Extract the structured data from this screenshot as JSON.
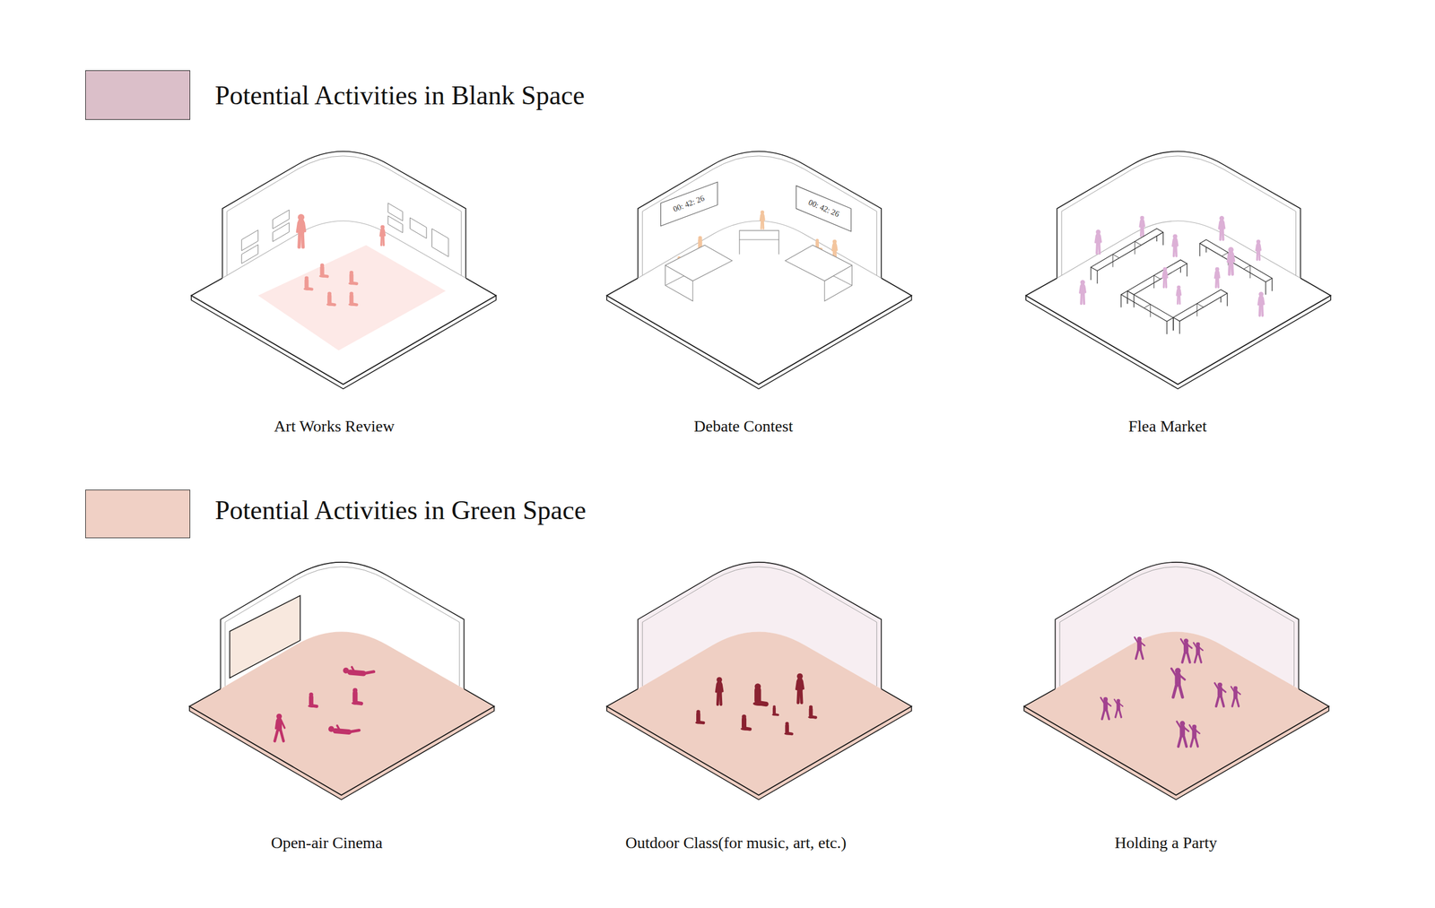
{
  "diagram": {
    "labels": [
      "00: 42: 26",
      "00: 42: 26",
      "Art Works Review",
      "Debate Contest",
      "Flea Market",
      "Open-air Cinema",
      "Outdoor Class(for music, art, etc.)",
      "Holding a Party"
    ],
    "legend": [
      {
        "text": "Potential Activities in Blank Space",
        "color": "#dbbfc9"
      },
      {
        "text": "Potential Activities in Green Space",
        "color": "#f0d0c5"
      }
    ]
  }
}
